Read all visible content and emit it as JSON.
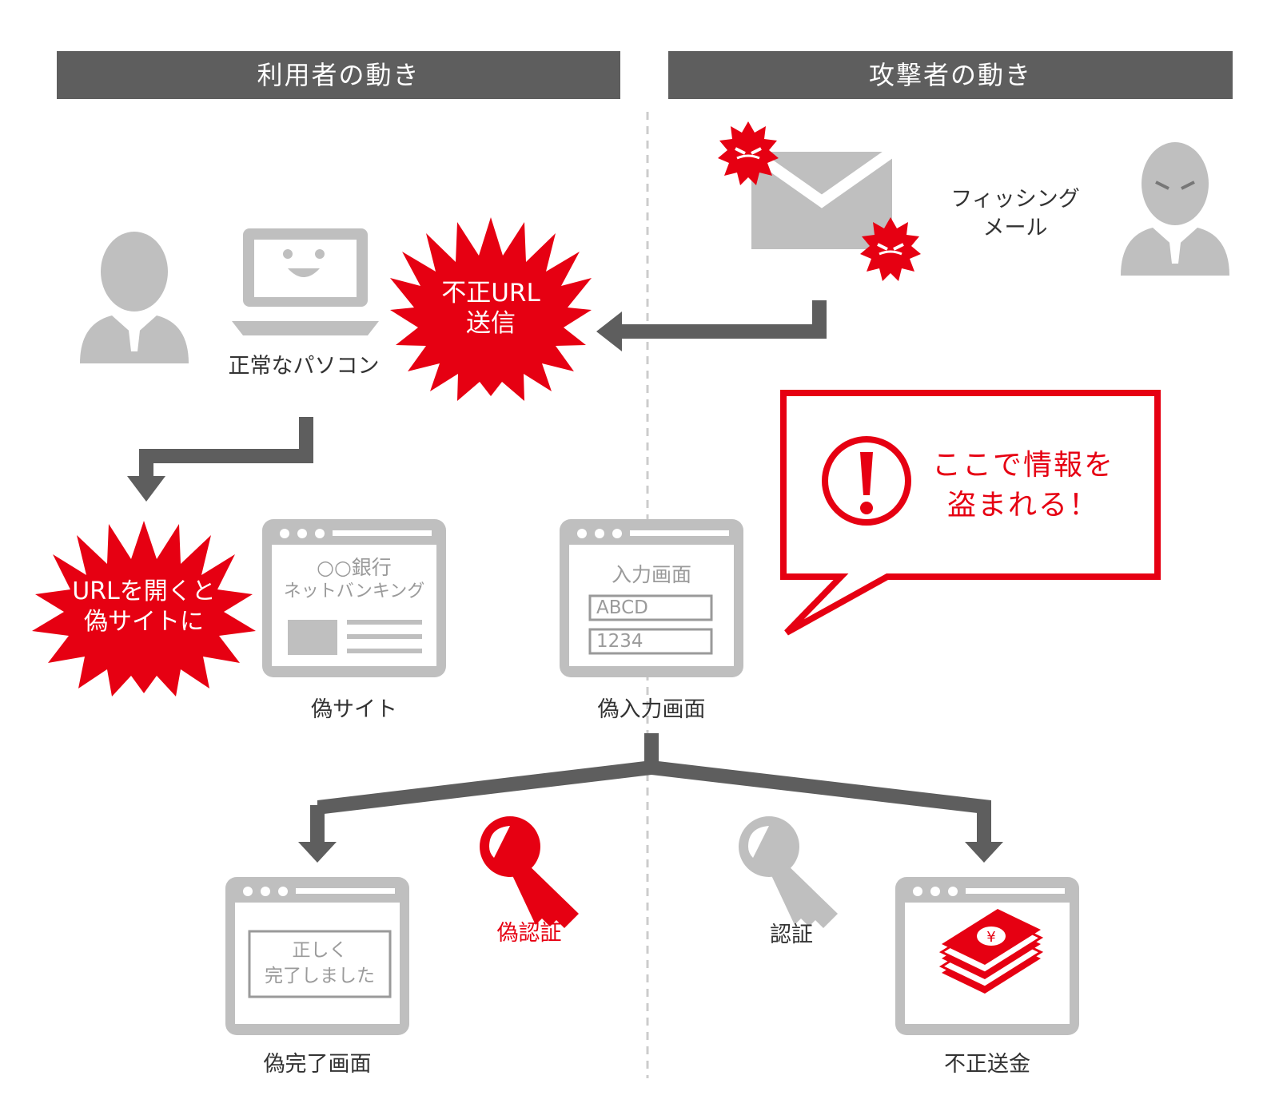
{
  "headers": {
    "user": "利用者の動き",
    "attacker": "攻撃者の動き"
  },
  "labels": {
    "normal_pc": "正常なパソコン",
    "phishing_mail_line1": "フィッシング",
    "phishing_mail_line2": "メール",
    "fake_site": "偽サイト",
    "fake_input_screen": "偽入力画面",
    "fake_auth": "偽認証",
    "auth": "認証",
    "fake_complete_screen": "偽完了画面",
    "illegal_transfer": "不正送金"
  },
  "bursts": {
    "send_url_line1": "不正URL",
    "send_url_line2": "送信",
    "open_url_line1": "URLを開くと",
    "open_url_line2": "偽サイトに"
  },
  "bubble": {
    "line1": "ここで情報を",
    "line2": "盗まれる！"
  },
  "windows": {
    "bank_line1": "○○銀行",
    "bank_line2": "ネットバンキング",
    "input_title": "入力画面",
    "field1_value": "ABCD",
    "field2_value": "1234",
    "complete_line1": "正しく",
    "complete_line2": "完了しました"
  },
  "colors": {
    "header_bg": "#5e5e5e",
    "icon_gray": "#bfbfbf",
    "arrow_gray": "#5e5e5e",
    "accent_red": "#e60012"
  },
  "icons": [
    "user-icon",
    "attacker-icon",
    "laptop-icon",
    "mail-icon",
    "virus-icon",
    "key-icon",
    "money-icon",
    "warning-icon"
  ]
}
